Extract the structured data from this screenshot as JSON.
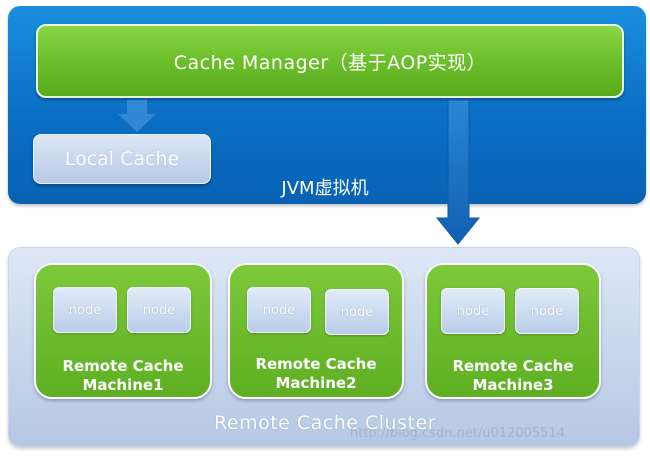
{
  "jvm": {
    "cache_manager": "Cache Manager（基于AOP实现）",
    "local_cache": "Local Cache",
    "label": "JVM虚拟机"
  },
  "cluster": {
    "label": "Remote Cache Cluster",
    "machines": [
      {
        "nodes": [
          "node",
          "node"
        ],
        "name_line1": "Remote Cache",
        "name_line2": "Machine1"
      },
      {
        "nodes": [
          "node",
          "node"
        ],
        "name_line1": "Remote Cache",
        "name_line2": "Machine2"
      },
      {
        "nodes": [
          "node",
          "node"
        ],
        "name_line1": "Remote Cache",
        "name_line2": "Machine3"
      }
    ]
  },
  "watermark": "http://blog.csdn.net/u012005514",
  "colors": {
    "jvm_blue": "#0a6fc4",
    "manager_green": "#6bbf2b",
    "machine_green": "#5eaf22",
    "cluster_lightblue": "#c6d6ee",
    "arrow_blue": "#1a72c8"
  }
}
